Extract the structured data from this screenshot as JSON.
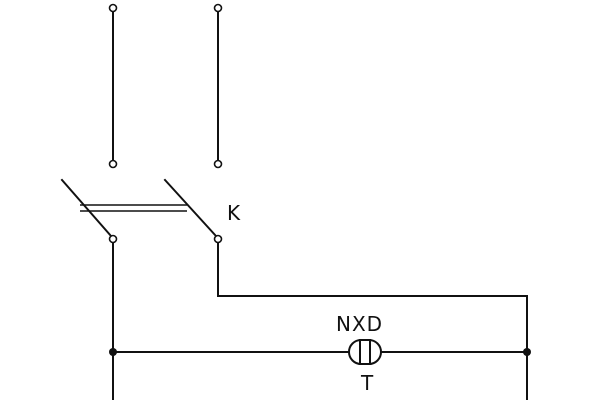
{
  "labels": {
    "switch": "K",
    "lamp": "NXD",
    "lamp_sub": "T"
  },
  "colors": {
    "line": "#111111",
    "background": "#ffffff"
  }
}
